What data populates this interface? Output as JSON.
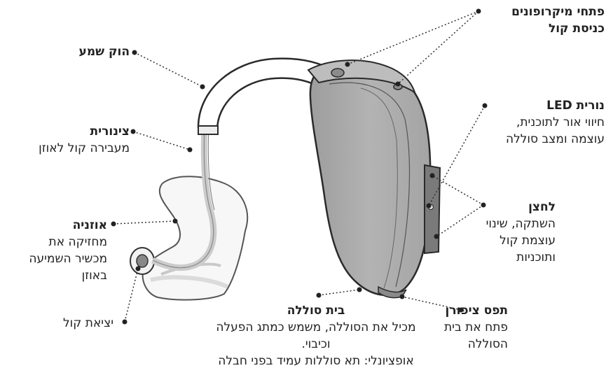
{
  "labels": {
    "hook": {
      "title": "הוק שמע"
    },
    "tubing": {
      "title": "צינורית",
      "desc": "מעבירה קול לאוזן"
    },
    "earpiece": {
      "title": "אוזניה",
      "desc": [
        "מחזיקה את",
        "מכשיר השמיעה",
        "באוזן"
      ]
    },
    "sound_outlet": {
      "title": "יציאת קול"
    },
    "mic_openings": {
      "title": [
        "פתחי מיקרופונים",
        "כניסת קול"
      ]
    },
    "led": {
      "title": "נורית LED",
      "desc": [
        "חיווי אור לתוכנית,",
        "עוצמה ומצב סוללה"
      ]
    },
    "button": {
      "title": "לחצן",
      "desc": [
        "השתקה, שינוי",
        "עוצמת קול",
        "ותוכניות"
      ]
    },
    "battery_housing": {
      "title": "בית סוללה",
      "desc": [
        "מכיל את הסוללה, משמש כמתג הפעלה",
        "וכיבוי.",
        "אופציונלי: תא סוללות עמיד בפני חבלה"
      ]
    },
    "nail_grip": {
      "title": "תפס ציפורן",
      "desc": [
        "פתח את בית",
        "הסוללה"
      ]
    }
  },
  "colors": {
    "body_fill": "#a8a8a8",
    "outline": "#2a2a2a",
    "leader_line": "#333333"
  }
}
